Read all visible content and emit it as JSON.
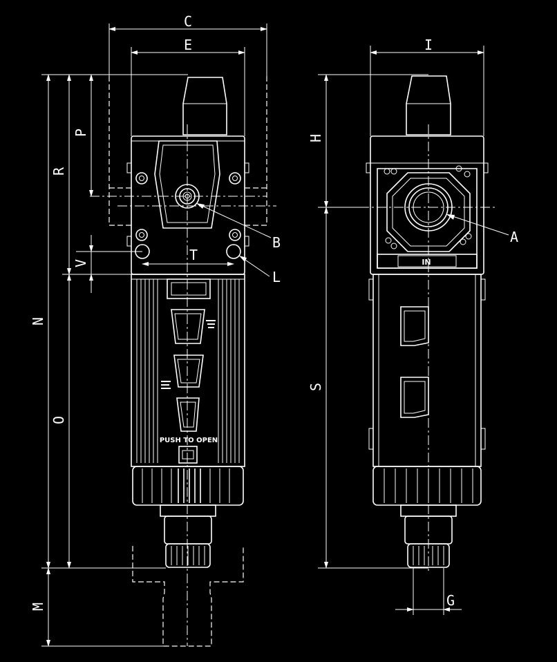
{
  "drawing": {
    "dimensions": {
      "C": "C",
      "E": "E",
      "I": "I",
      "P": "P",
      "R": "R",
      "N": "N",
      "O": "O",
      "M": "M",
      "V": "V",
      "T": "T",
      "H": "H",
      "S": "S",
      "G": "G"
    },
    "callouts": {
      "A": "A",
      "B": "B",
      "L": "L"
    },
    "inscriptions": {
      "push_to_open": "PUSH TO OPEN",
      "inlet": "IN"
    }
  },
  "colors": {
    "background": "#000000",
    "line": "#ffffff"
  }
}
